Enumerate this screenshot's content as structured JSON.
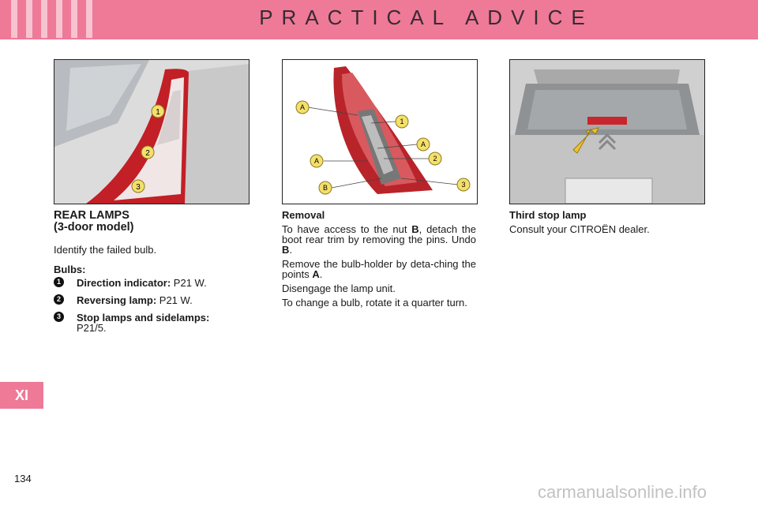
{
  "header": {
    "title": "PRACTICAL ADVICE",
    "accent": "#ee7a98"
  },
  "col1": {
    "title_line1": "REAR LAMPS",
    "title_line2": "(3-door model)",
    "intro": "Identify the failed bulb.",
    "bulbs_label": "Bulbs:",
    "bulbs": [
      {
        "marker": "1",
        "name": "Direction indicator:",
        "value": " P21 W."
      },
      {
        "marker": "2",
        "name": "Reversing lamp:",
        "value": " P21 W."
      },
      {
        "marker": "3",
        "name": "Stop lamps and sidelamps:",
        "value": "P21/5."
      }
    ],
    "image_markers": [
      "1",
      "2",
      "3"
    ]
  },
  "col2": {
    "heading": "Removal",
    "p1_a": "To have access to the nut ",
    "p1_b": "B",
    "p1_c": ", detach the boot rear trim by removing the pins. Undo ",
    "p1_d": "B",
    "p1_e": ".",
    "p2_a": "Remove the bulb-holder by deta-ching the points ",
    "p2_b": "A",
    "p2_c": ".",
    "p3": "Disengage the lamp unit.",
    "p4": "To change a bulb, rotate it a quarter turn.",
    "image_markers": [
      "A",
      "1",
      "A",
      "2",
      "A",
      "B",
      "3"
    ]
  },
  "col3": {
    "heading": "Third stop lamp",
    "text": "Consult your CITROËN dealer."
  },
  "side_tab": "XI",
  "page_number": "134",
  "watermark": "carmanualsonline.info"
}
